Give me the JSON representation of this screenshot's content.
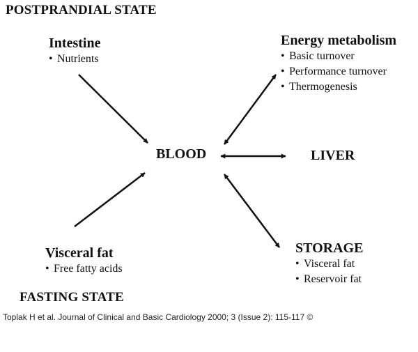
{
  "titles": {
    "postprandial": "POSTPRANDIAL STATE",
    "fasting": "FASTING STATE"
  },
  "nodes": {
    "intestine": {
      "heading": "Intestine",
      "items": [
        "Nutrients"
      ]
    },
    "energy": {
      "heading": "Energy metabolism",
      "items": [
        "Basic turnover",
        "Performance turnover",
        "Thermogenesis"
      ]
    },
    "blood": "BLOOD",
    "liver": "LIVER",
    "visceral": {
      "heading": "Visceral fat",
      "items": [
        "Free fatty acids"
      ]
    },
    "storage": {
      "heading": "STORAGE",
      "items": [
        "Visceral fat",
        "Reservoir fat"
      ]
    }
  },
  "caption": "Toplak H et al. Journal of Clinical and Basic Cardiology 2000; 3 (Issue 2): 115-117 ©",
  "colors": {
    "arrow": "#111111",
    "text": "#111111"
  }
}
